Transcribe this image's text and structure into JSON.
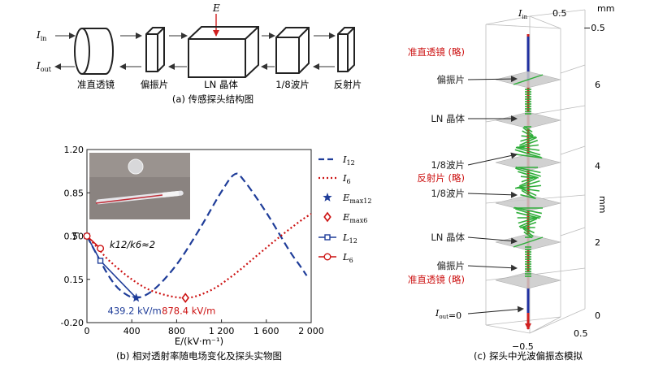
{
  "panel_a": {
    "caption": "(a) 传感探头结构图",
    "field_label": "E",
    "in_label": "I",
    "in_sub": "in",
    "out_label": "I",
    "out_sub": "out",
    "components": [
      "准直透镜",
      "偏振片",
      "LN 晶体",
      "1/8波片",
      "反射片"
    ]
  },
  "panel_b": {
    "caption": "(b) 相对透射率随电场变化及探头实物图",
    "ratio_note": "k12/k6≈2",
    "chart_data": {
      "type": "line",
      "title": "",
      "xlabel": "E/(kV·m⁻¹)",
      "ylabel": "T",
      "xlim": [
        0,
        2000
      ],
      "ylim": [
        -0.2,
        1.2
      ],
      "x_ticks": [
        "0",
        "400",
        "800",
        "1 200",
        "1 600",
        "2 000"
      ],
      "y_ticks": [
        "-0.20",
        "0.15",
        "0.50",
        "0.85",
        "1.20"
      ],
      "x_tick_values": [
        0,
        400,
        800,
        1200,
        1600,
        2000
      ],
      "y_tick_values": [
        -0.2,
        0.15,
        0.5,
        0.85,
        1.2
      ],
      "series": [
        {
          "name": "I12",
          "style": "dashed",
          "color": "#1f3d99",
          "x": [
            0,
            100,
            200,
            300,
            439.2,
            600,
            800,
            1000,
            1200,
            1317.6,
            1400,
            1600,
            1800,
            1900,
            1960
          ],
          "y": [
            0.5,
            0.33,
            0.17,
            0.06,
            0.0,
            0.07,
            0.27,
            0.55,
            0.86,
            1.0,
            0.95,
            0.69,
            0.39,
            0.26,
            0.18
          ]
        },
        {
          "name": "I6",
          "style": "dotted",
          "color": "#cc1111",
          "x": [
            0,
            100,
            200,
            400,
            600,
            878.4,
            1100,
            1300,
            1500,
            1700,
            1900,
            2000
          ],
          "y": [
            0.5,
            0.4,
            0.3,
            0.15,
            0.05,
            0.0,
            0.06,
            0.18,
            0.33,
            0.48,
            0.62,
            0.68
          ]
        },
        {
          "name": "L12",
          "style": "solid-square",
          "color": "#1f3d99",
          "x": [
            0,
            120,
            439.2
          ],
          "y": [
            0.5,
            0.3,
            0.0
          ]
        },
        {
          "name": "L6",
          "style": "solid-circle",
          "color": "#cc1111",
          "x": [
            0,
            120
          ],
          "y": [
            0.5,
            0.4
          ]
        }
      ],
      "markers": [
        {
          "name": "Emax12",
          "x": 439.2,
          "y": 0.0,
          "label": "439.2 kV/m",
          "color": "#1f3d99"
        },
        {
          "name": "Emax6",
          "x": 878.4,
          "y": 0.0,
          "label": "878.4 kV/m",
          "color": "#cc1111"
        }
      ],
      "legend": {
        "placement": "right",
        "items": [
          {
            "main": "I",
            "sub": "12"
          },
          {
            "main": "I",
            "sub": "6"
          },
          {
            "main": "E",
            "sub": "max12"
          },
          {
            "main": "E",
            "sub": "max6"
          },
          {
            "main": "L",
            "sub": "12"
          },
          {
            "main": "L",
            "sub": "6"
          }
        ]
      }
    }
  },
  "panel_c": {
    "caption": "(c) 探头中光波偏振态模拟",
    "axis_unit": "mm",
    "in_label": "I",
    "in_sub": "in",
    "out_label": "I",
    "out_sub": "out",
    "out_suffix": "=0",
    "z_ticks": [
      "0",
      "2",
      "4",
      "6"
    ],
    "z_tick_values": [
      0,
      2,
      4,
      6
    ],
    "top_ticks": [
      "0.5",
      "−0.5"
    ],
    "bottom_ticks": [
      "0.5",
      "−0.5"
    ],
    "labels": [
      {
        "text": "准直透镜 (略)",
        "color": "#cc1111"
      },
      {
        "text": "偏振片",
        "color": "#222222"
      },
      {
        "text": "LN 晶体",
        "color": "#222222"
      },
      {
        "text": "1/8波片",
        "color": "#222222"
      },
      {
        "text": "反射片 (略)",
        "color": "#cc1111"
      },
      {
        "text": "1/8波片",
        "color": "#222222"
      },
      {
        "text": "LN 晶体",
        "color": "#222222"
      },
      {
        "text": "偏振片",
        "color": "#222222"
      },
      {
        "text": "准直透镜 (略)",
        "color": "#cc1111"
      }
    ]
  }
}
